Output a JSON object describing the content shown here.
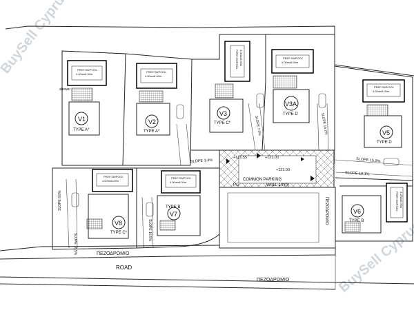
{
  "watermark": "BuySell Cyprus",
  "villas": [
    {
      "id": "V1",
      "type": "TYPE A*"
    },
    {
      "id": "V2",
      "type": "TYPE A*"
    },
    {
      "id": "V3",
      "type": "TYPE C*"
    },
    {
      "id": "V3A",
      "type": "TYPE D"
    },
    {
      "id": "V5",
      "type": "TYPE D"
    },
    {
      "id": "V6",
      "type": "TYPE B"
    },
    {
      "id": "V7",
      "type": "TYPE B"
    },
    {
      "id": "V8",
      "type": "TYPE C*"
    }
  ],
  "pool_label": "PREF.SWPOOL",
  "pool_size": "4.00mx8.00m",
  "shower_label": "shower",
  "slopes": [
    "SLOPE 3.4%",
    "SLOPE 7.5%",
    "SLOPE 16.2%",
    "SLOPE 15.9%",
    "SLOPE 10.1%",
    "SLOPE 8.8%",
    "SLOPE 16.5%",
    "SLOPE 16.5%"
  ],
  "levels": [
    "+121.55",
    "+121.00",
    "+121.00"
  ],
  "common_parking": "COMMON PARKING",
  "wall_height": "WALL 1m(h)",
  "pg": "PG",
  "sidewalk": "ΠΕΖΟΔΡΟΜΙΟ",
  "road": "ROAD"
}
